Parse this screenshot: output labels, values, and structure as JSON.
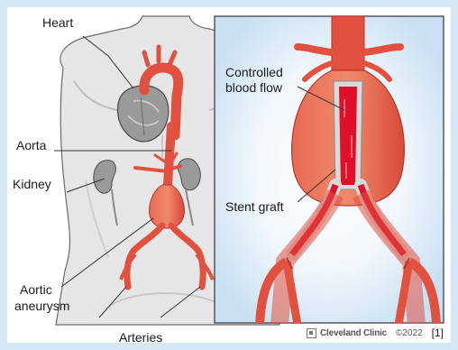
{
  "labels": {
    "heart": "Heart",
    "aorta": "Aorta",
    "kidney": "Kidney",
    "aneurysm_line1": "Aortic",
    "aneurysm_line2": "aneurysm",
    "arteries": "Arteries",
    "controlled_line1": "Controlled",
    "controlled_line2": "blood flow",
    "stent_graft": "Stent graft"
  },
  "credit": {
    "brand": "Cleveland Clinic",
    "copyright": "©2022",
    "reference": "[1]"
  },
  "colors": {
    "background": "#d4e7f6",
    "artery_red": "#e2513f",
    "artery_dark": "#b8322a",
    "blood": "#e0102a",
    "skin": "#e4e4e4",
    "outline": "#444444"
  }
}
